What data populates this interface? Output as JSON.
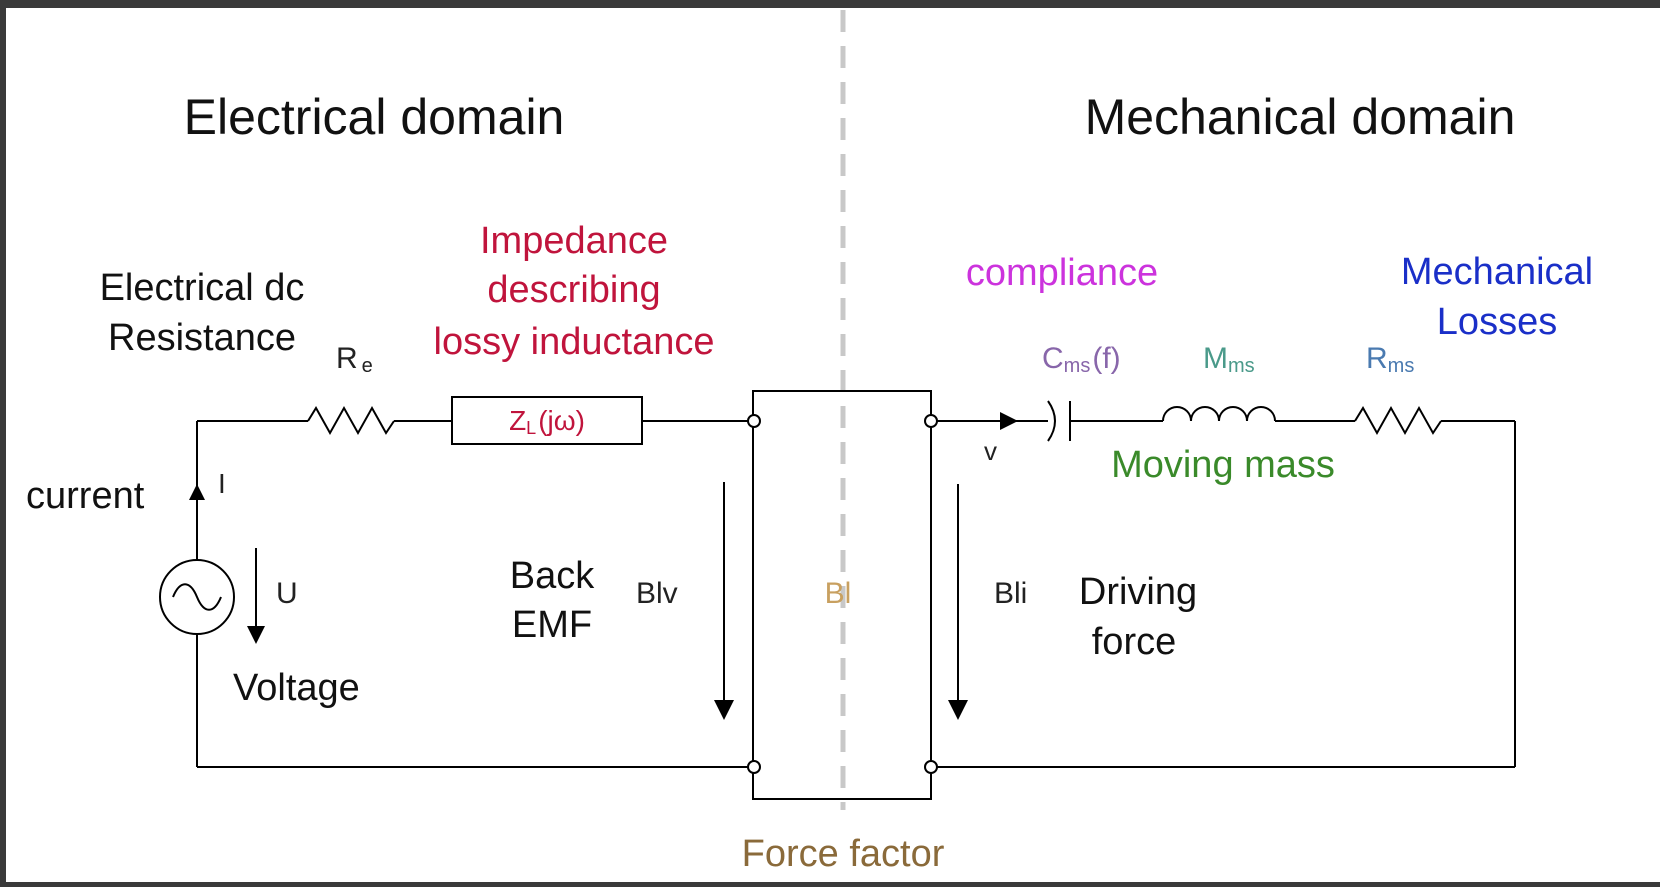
{
  "domains": {
    "electrical": "Electrical domain",
    "mechanical": "Mechanical domain"
  },
  "labels": {
    "dc_resistance_line1": "Electrical dc",
    "dc_resistance_line2": "Resistance",
    "re": "R",
    "re_sub": "e",
    "impedance_line1": "Impedance",
    "impedance_line2": "describing",
    "impedance_line3": "lossy inductance",
    "zl_main": "Z",
    "zl_sub": "L",
    "zl_tail": "(jω)",
    "current": "current",
    "current_symbol": "I",
    "voltage_symbol": "U",
    "voltage": "Voltage",
    "back_emf_line1": "Back",
    "back_emf_line2": "EMF",
    "blv": "Blv",
    "bl": "Bl",
    "bli": "Bli",
    "driving_force_line1": "Driving",
    "driving_force_line2": "force",
    "force_factor": "Force factor",
    "compliance": "compliance",
    "cms_main": "C",
    "cms_sub": "ms",
    "cms_tail": "(f)",
    "mms_main": "M",
    "mms_sub": "ms",
    "rms_main": "R",
    "rms_sub": "ms",
    "mech_losses_line1": "Mechanical",
    "mech_losses_line2": "Losses",
    "moving_mass": "Moving mass",
    "velocity_symbol": "v"
  },
  "colors": {
    "impedance": "#c0143c",
    "compliance": "#cc33dd",
    "mechanical_losses": "#1a2fc8",
    "moving_mass": "#3a8a2a",
    "force_factor": "#8a6a3a",
    "bl": "#c8a060",
    "cms": "#8866aa",
    "mms": "#4a9a8a",
    "rms": "#4a7ab0",
    "zl": "#c0143c"
  }
}
